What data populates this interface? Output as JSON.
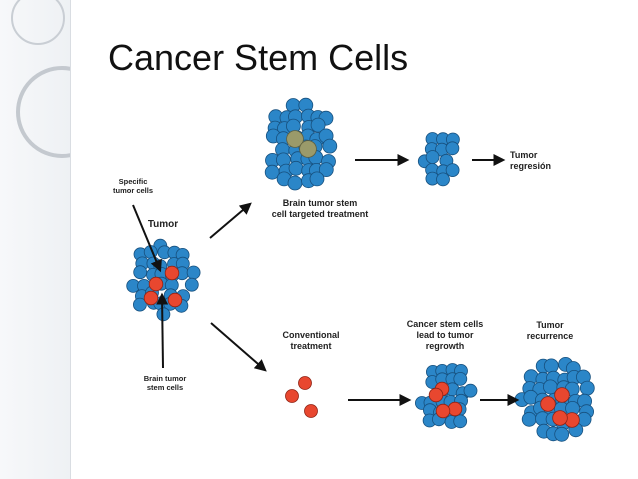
{
  "title": "Cancer Stem Cells",
  "labels": {
    "specific_tumor_cells": "Specific\ntumor cells",
    "tumor": "Tumor",
    "brain_tumor_stem_cells": "Brain tumor\nstem cells",
    "targeted_treatment": "Brain tumor stem\ncell targeted treatment",
    "tumor_regression": "Tumor\nregresión",
    "conventional_treatment": "Conventional\ntreatment",
    "csc_lead_regrowth": "Cancer stem cells\nlead to tumor\nregrowth",
    "tumor_recurrence": "Tumor\nrecurrence"
  },
  "colors": {
    "tumor_cell": "#2b86c8",
    "tumor_cell_edge": "#17507e",
    "stem_cell": "#e8472f",
    "stem_cell_edge": "#8e2214",
    "dead_cell": "#9a9a6a",
    "arrow": "#111111"
  }
}
